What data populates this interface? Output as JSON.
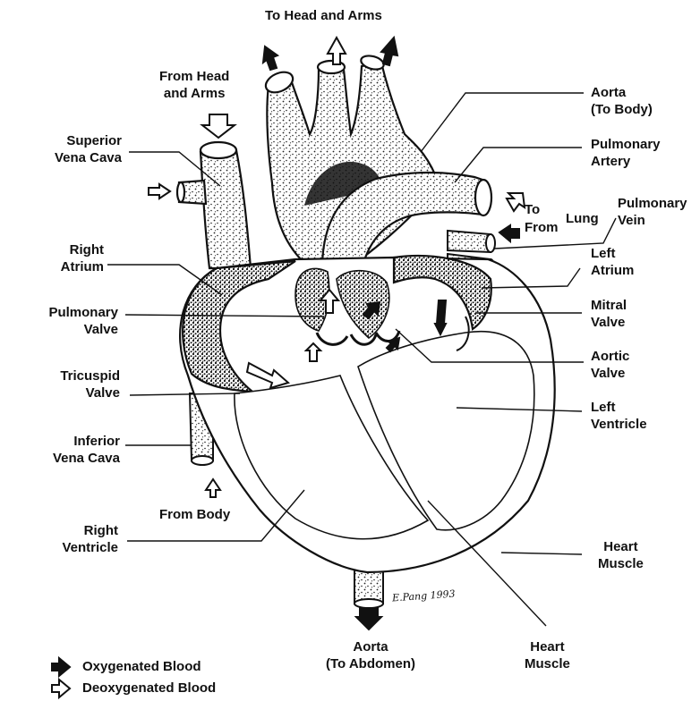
{
  "labels": {
    "to_head_arms": "To Head and Arms",
    "from_head_arms": [
      "From Head",
      "and Arms"
    ],
    "superior_vena_cava": [
      "Superior",
      "Vena Cava"
    ],
    "right_atrium": [
      "Right",
      "Atrium"
    ],
    "pulmonary_valve": [
      "Pulmonary",
      "Valve"
    ],
    "tricuspid_valve": [
      "Tricuspid",
      "Valve"
    ],
    "inferior_vena_cava": [
      "Inferior",
      "Vena Cava"
    ],
    "from_body": "From Body",
    "right_ventricle": [
      "Right",
      "Ventricle"
    ],
    "aorta_body": [
      "Aorta",
      "(To Body)"
    ],
    "pulmonary_artery": [
      "Pulmonary",
      "Artery"
    ],
    "to": "To",
    "lung": "Lung",
    "from": "From",
    "pulmonary_vein": [
      "Pulmonary",
      "Vein"
    ],
    "left_atrium": [
      "Left",
      "Atrium"
    ],
    "mitral_valve": [
      "Mitral",
      "Valve"
    ],
    "aortic_valve": [
      "Aortic",
      "Valve"
    ],
    "left_ventricle": [
      "Left",
      "Ventricle"
    ],
    "heart_muscle_right": [
      "Heart",
      "Muscle"
    ],
    "heart_muscle_bottom": [
      "Heart",
      "Muscle"
    ],
    "aorta_abdomen": [
      "Aorta",
      "(To Abdomen)"
    ]
  },
  "legend": {
    "oxygenated": "Oxygenated Blood",
    "deoxygenated": "Deoxygenated Blood",
    "oxygenated_icon": "solid-arrow-icon",
    "deoxygenated_icon": "hollow-arrow-icon"
  },
  "signature": "E.Pang 1993"
}
